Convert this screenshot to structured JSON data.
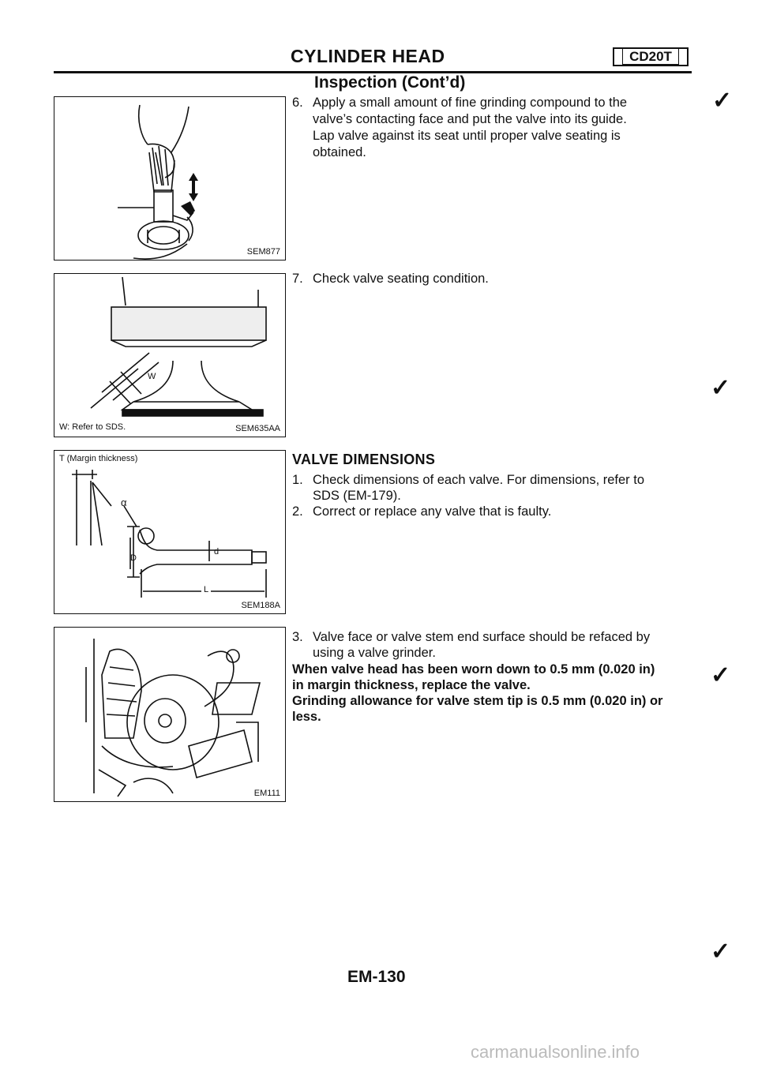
{
  "header": {
    "title": "CYLINDER HEAD",
    "engine_code": "CD20T"
  },
  "section_title": "Inspection (Cont’d)",
  "steps": {
    "s6": {
      "num": "6.",
      "lines": [
        "Apply a small amount of fine grinding compound to the",
        "valve’s contacting face and put the valve into its guide.",
        "Lap valve against its seat until proper valve seating is",
        "obtained."
      ]
    },
    "s7": {
      "num": "7.",
      "text": "Check valve seating condition."
    }
  },
  "valve_dimensions": {
    "heading": "VALVE DIMENSIONS",
    "item1": {
      "num": "1.",
      "lines": [
        "Check dimensions of each valve. For dimensions, refer to",
        "SDS (EM-179)."
      ]
    },
    "item2": {
      "num": "2.",
      "text": "Correct or replace any valve that is faulty."
    },
    "item3": {
      "num": "3.",
      "lines": [
        "Valve face or valve stem end surface should be refaced by",
        "using a valve grinder."
      ]
    },
    "note_lines": [
      "When valve head has been worn down to 0.5 mm (0.020 in)",
      "in margin thickness, replace the valve.",
      "Grinding allowance for valve stem tip is 0.5 mm (0.020 in) or",
      "less."
    ]
  },
  "figures": {
    "fig1": {
      "code": "SEM877"
    },
    "fig2": {
      "code": "SEM635AA",
      "label_w": "W",
      "caption": "W: Refer to SDS."
    },
    "fig3": {
      "code": "SEM188A",
      "label_t": "T (Margin thickness)",
      "label_alpha": "α",
      "label_D": "D",
      "label_d": "d",
      "label_L": "L"
    },
    "fig4": {
      "code": "EM111"
    }
  },
  "page_number": "EM-130",
  "watermark": "carmanualsonline.info"
}
